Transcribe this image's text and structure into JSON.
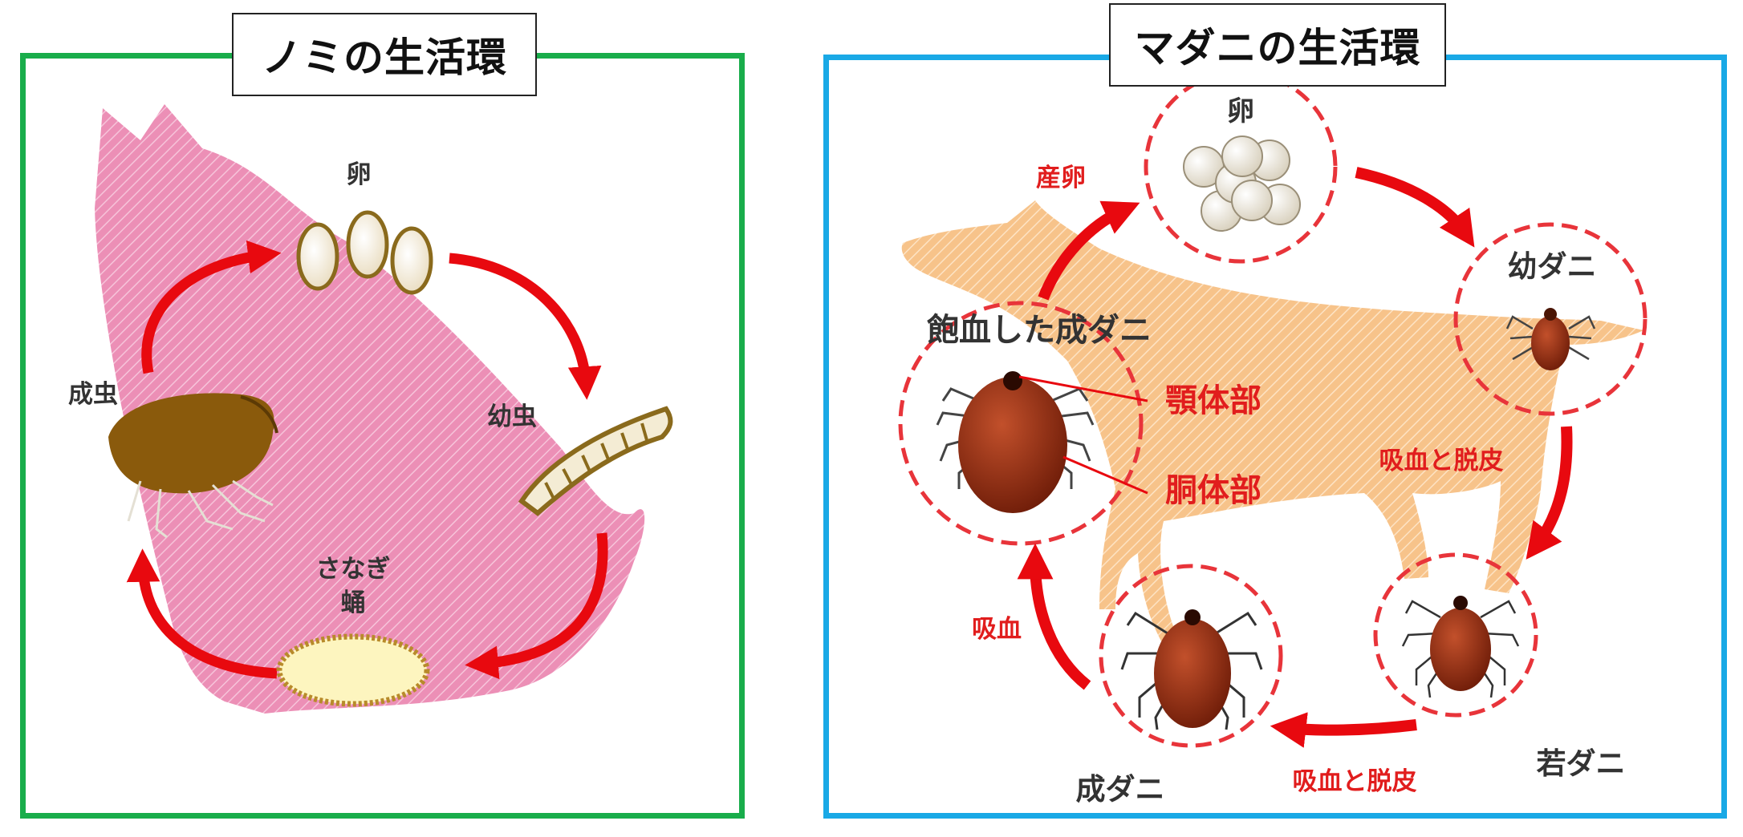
{
  "flea": {
    "title": "ノミの生活環",
    "labels": {
      "egg": "卵",
      "larva": "幼虫",
      "pupa_kana": "さなぎ",
      "pupa": "蛹",
      "adult": "成虫"
    }
  },
  "tick": {
    "title": "マダニの生活環",
    "labels": {
      "egg": "卵",
      "oviposition": "産卵",
      "larva": "幼ダニ",
      "engorged_adult": "飽血した成ダニ",
      "capitulum": "顎体部",
      "idiosoma": "胴体部",
      "feed_molt_1": "吸血と脱皮",
      "nymph": "若ダニ",
      "feed_molt_2": "吸血と脱皮",
      "adult": "成ダニ",
      "feed": "吸血"
    }
  },
  "colors": {
    "flea_border": "#19ad4b",
    "tick_border": "#19a9e6",
    "arrow_red": "#e8090f",
    "label_red": "#e11d1d",
    "cat_pink": "#ec8fb6",
    "dog_orange": "#f7c38a",
    "flea_brown": "#8a5a0c",
    "tick_brown": "#9a2e12"
  }
}
